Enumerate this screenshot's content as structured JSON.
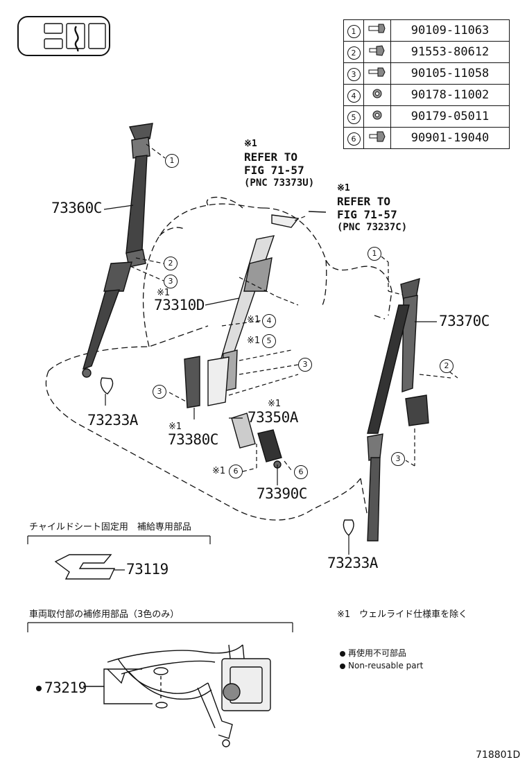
{
  "fastener_table": [
    {
      "num": "1",
      "part": "90109-11063",
      "icon": "bolt-icon"
    },
    {
      "num": "2",
      "part": "91553-80612",
      "icon": "flange-bolt-icon"
    },
    {
      "num": "3",
      "part": "90105-11058",
      "icon": "bolt-icon"
    },
    {
      "num": "4",
      "part": "90178-11002",
      "icon": "nut-icon"
    },
    {
      "num": "5",
      "part": "90179-05011",
      "icon": "nut-icon"
    },
    {
      "num": "6",
      "part": "90901-19040",
      "icon": "bolt-icon"
    }
  ],
  "refs": {
    "ref1": {
      "mark": "※1",
      "line1": "REFER TO",
      "line2": "FIG 71-57",
      "line3": "(PNC 73373U)"
    },
    "ref2": {
      "mark": "※1",
      "line1": "REFER TO",
      "line2": "FIG 71-57",
      "line3": "(PNC 73237C)"
    }
  },
  "parts": {
    "p73360C": "73360C",
    "p73310D": "73310D",
    "p73370C": "73370C",
    "p73233A_left": "73233A",
    "p73380C": "73380C",
    "p73350A": "73350A",
    "p73390C": "73390C",
    "p73233A_right": "73233A",
    "p73119": "73119",
    "p73219": "73219"
  },
  "marks": {
    "m73310D": "※1",
    "m73380C": "※1",
    "m73350A": "※1",
    "m4": "※1",
    "m5": "※1",
    "m6": "※1"
  },
  "callouts": {
    "c1a": "1",
    "c2a": "2",
    "c3a": "3",
    "c4": "4",
    "c5": "5",
    "c3b": "3",
    "c3c": "3",
    "c6a": "6",
    "c6b": "6",
    "c1b": "1",
    "c2b": "2",
    "c3d": "3"
  },
  "sections": {
    "child_seat": "チャイルドシート固定用　補給専用部品",
    "repair": "車両取付部の補修用部品（3色のみ）"
  },
  "notes": {
    "exclude": "※1　ウェルライド仕様車を除く",
    "nonreusable_jp": "再使用不可部品",
    "nonreusable_en": "Non-reusable part"
  },
  "figure_id": "718801D"
}
